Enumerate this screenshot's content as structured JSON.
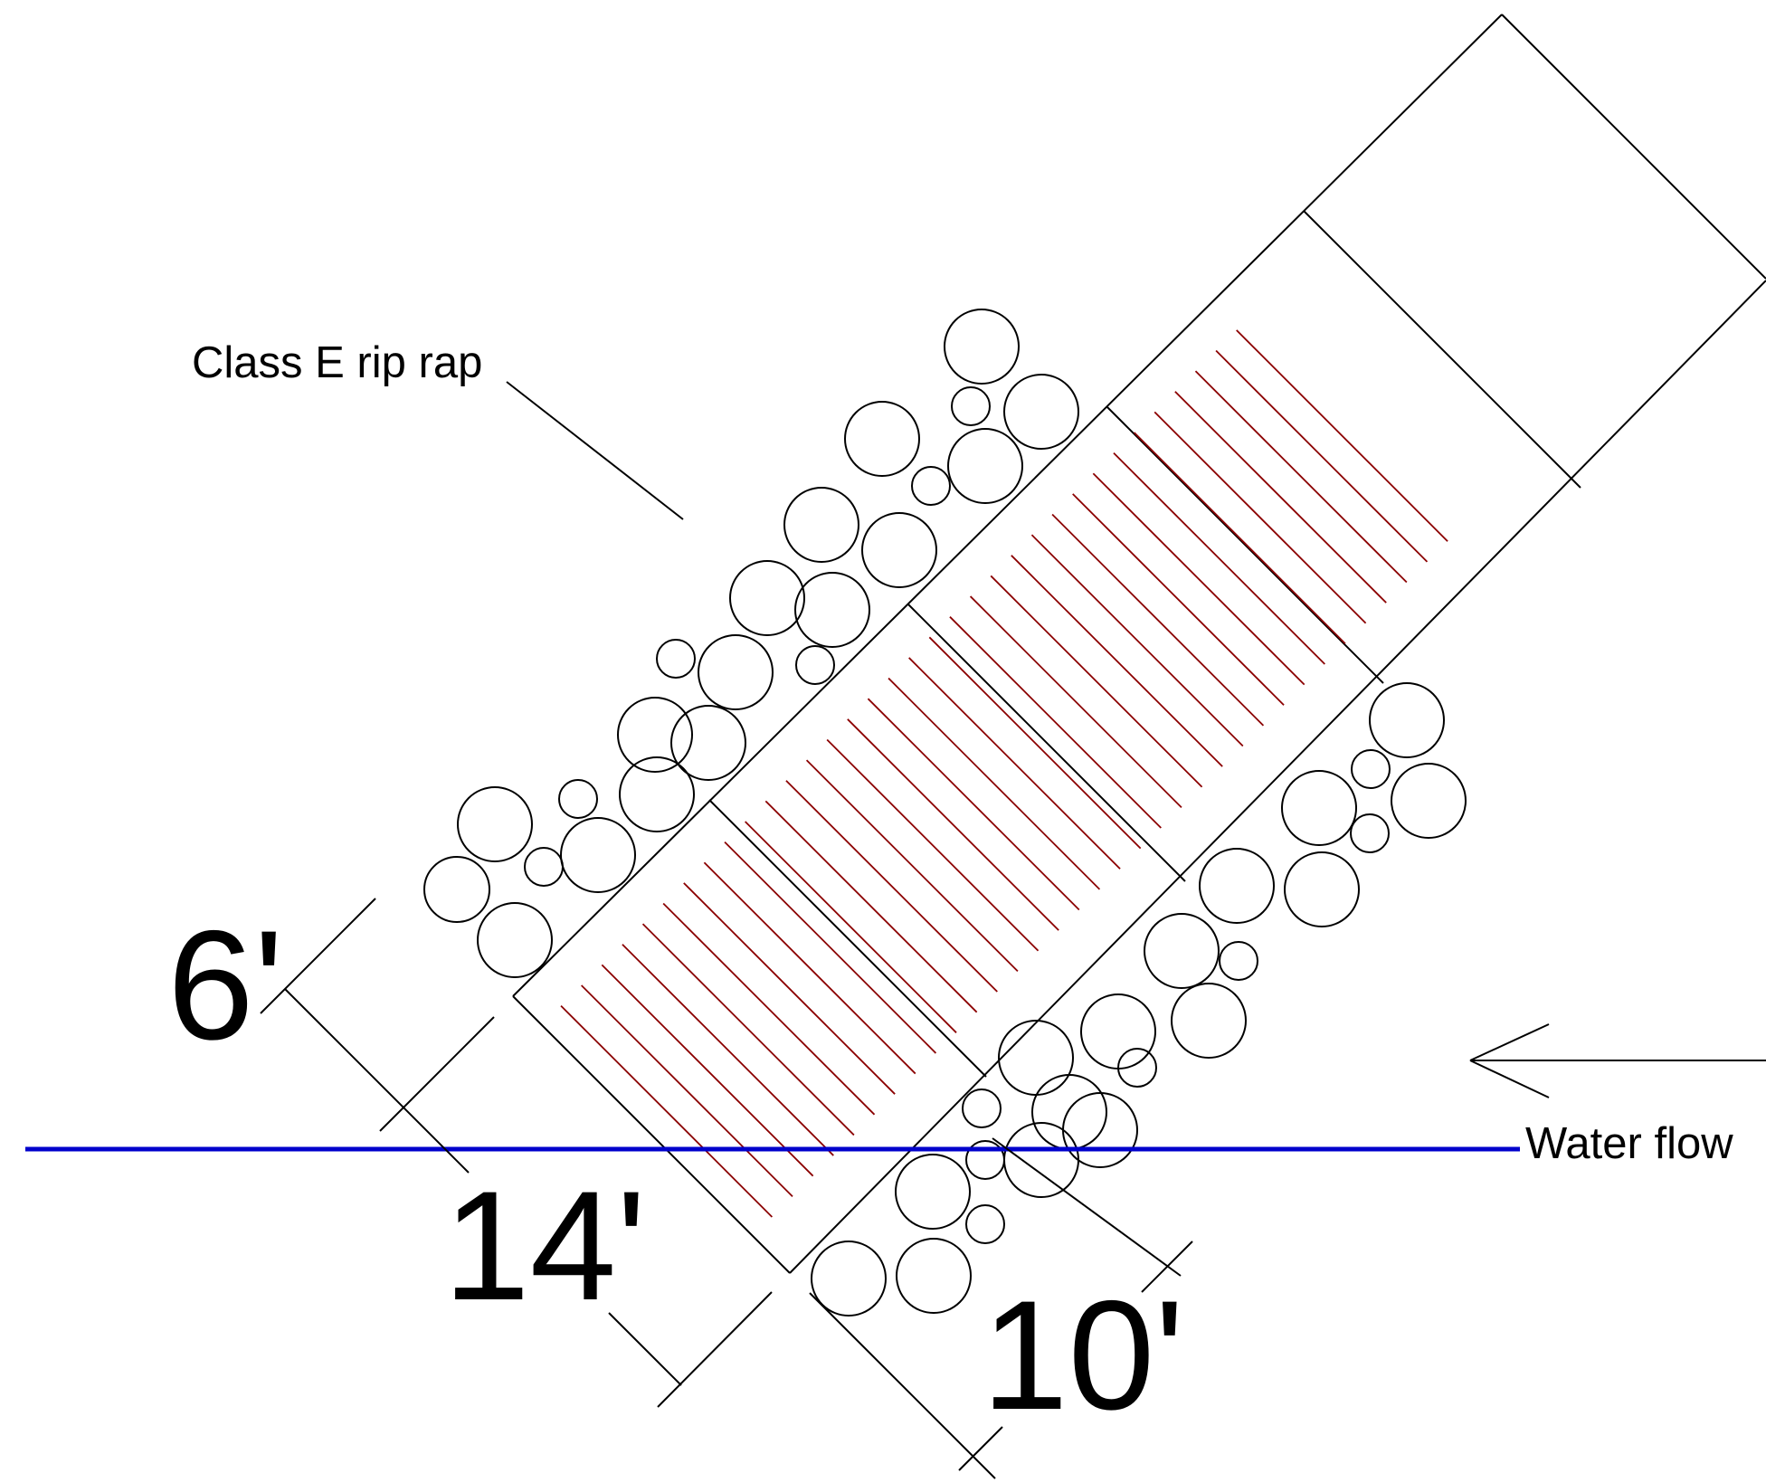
{
  "labels": {
    "riprap": "Class E rip rap",
    "water_flow": "Water flow",
    "dim_6": "6'",
    "dim_14": "14'",
    "dim_10": "10'"
  },
  "colors": {
    "water_line": "#0000cc",
    "hatch": "#8b0000",
    "outline": "#000000"
  }
}
